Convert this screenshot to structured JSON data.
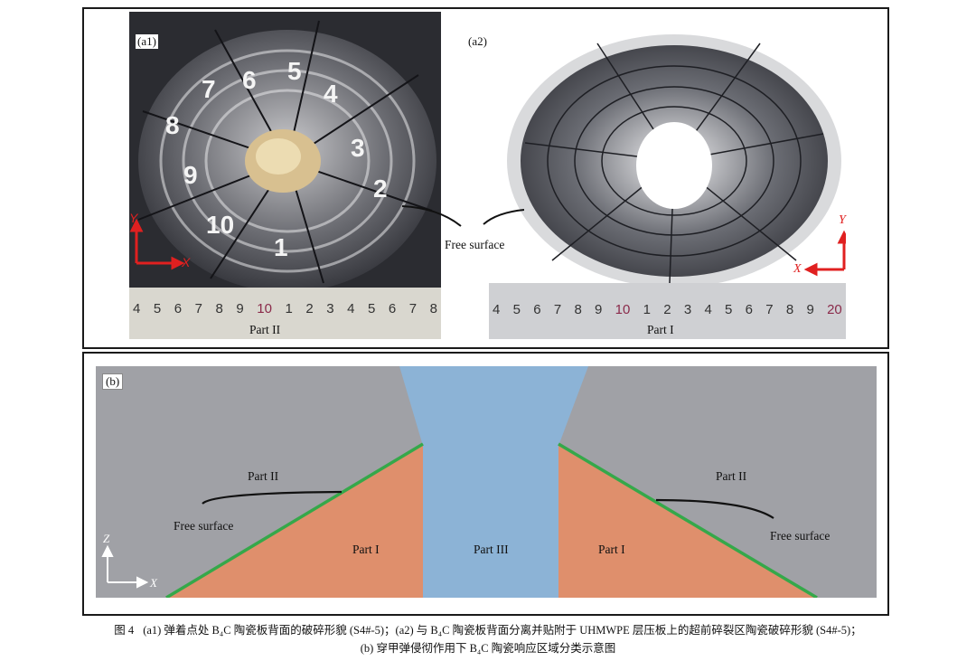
{
  "figure": {
    "top_panel": {
      "left_label": "(a1)",
      "right_label": "(a2)",
      "left_ruler_caption": "Part II",
      "right_ruler_caption": "Part I",
      "free_surface_label": "Free surface",
      "left_ruler_ticks": [
        "4",
        "5",
        "6",
        "7",
        "8",
        "9",
        "10",
        "1",
        "2",
        "3",
        "4",
        "5",
        "6",
        "7",
        "8"
      ],
      "right_ruler_ticks": [
        "4",
        "5",
        "6",
        "7",
        "8",
        "9",
        "10",
        "1",
        "2",
        "3",
        "4",
        "5",
        "6",
        "7",
        "8",
        "9",
        "20"
      ],
      "left_axes": {
        "y": "Y",
        "x": "X"
      },
      "right_axes": {
        "y": "Y",
        "x": "X"
      },
      "fragment_numbers": [
        "8",
        "7",
        "6",
        "5",
        "4",
        "3",
        "2",
        "1",
        "9",
        "10"
      ]
    },
    "bottom_panel": {
      "label": "(b)",
      "left_part_ii": "Part II",
      "right_part_ii": "Part II",
      "left_part_i": "Part I",
      "right_part_i": "Part I",
      "part_iii": "Part III",
      "left_free_surface": "Free surface",
      "right_free_surface": "Free surface",
      "axis_z": "Z",
      "axis_x": "X",
      "colors": {
        "ceramic": "#a0a1a6",
        "part_i": "#df8f6c",
        "part_iii": "#8cb3d6",
        "boundary": "#35a84a"
      }
    },
    "caption": {
      "line1_prefix": "图 4",
      "line1": "(a1) 弹着点处 B₄C 陶瓷板背面的破碎形貌 (S4#-5)；(a2) 与 B₄C 陶瓷板背面分离并贴附于 UHMWPE 层压板上的超前碎裂区陶瓷破碎形貌 (S4#-5)；",
      "line2": "(b) 穿甲弹侵彻作用下 B₄C 陶瓷响应区域分类示意图"
    }
  }
}
